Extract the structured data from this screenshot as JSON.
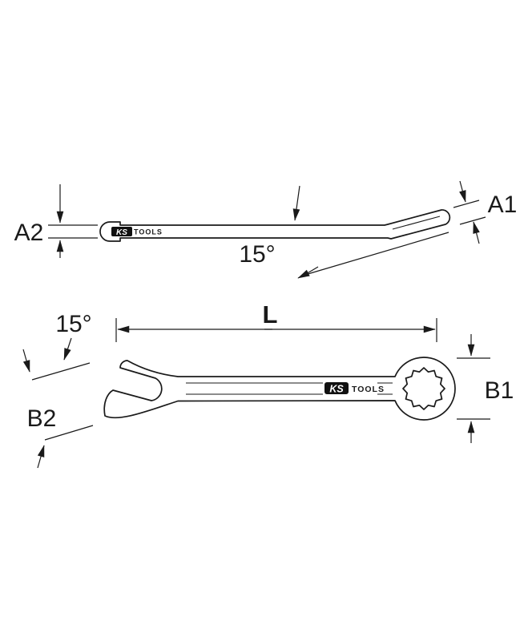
{
  "colors": {
    "background": "#ffffff",
    "line": "#1a1a1a",
    "logo_background": "#111111",
    "logo_text": "#ffffff"
  },
  "brand": {
    "ks": "KS",
    "tools": "TOOLS"
  },
  "side_view": {
    "label_a2": "A2",
    "label_a1": "A1",
    "angle_label": "15°"
  },
  "plan_view": {
    "label_l": "L",
    "label_b1": "B1",
    "label_b2": "B2",
    "angle_label": "15°"
  }
}
